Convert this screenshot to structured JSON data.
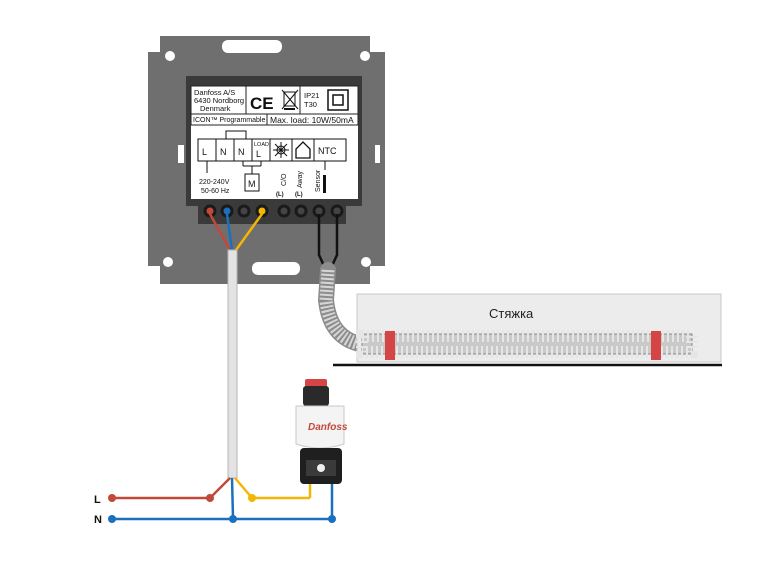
{
  "device": {
    "manufacturer_line1": "Danfoss A/S",
    "manufacturer_line2": "6430 Nordborg",
    "manufacturer_line3": "Denmark",
    "ce_mark": "CE",
    "ip_rating": "IP21",
    "temp_rating": "T30",
    "model": "ICON™ Programmable",
    "max_load": "Max. load: 10W/50mA",
    "voltage": "220-240V",
    "frequency": "50-60 Hz",
    "load_label": "LOAD",
    "motor_label": "M",
    "terminals": {
      "l": "L",
      "n1": "N",
      "n2": "N",
      "load_l": "L",
      "ntc": "NTC"
    },
    "side_labels": {
      "co": "C/O",
      "away": "Away",
      "sensor": "Sensor",
      "co_l": "(L)",
      "away_l": "(L)"
    },
    "icons": [
      "sun-snowflake-icon",
      "house-icon",
      "crossed-bin-icon",
      "double-square-icon"
    ]
  },
  "screed": {
    "label": "Стяжка"
  },
  "actuator": {
    "brand_icon": "danfoss-logo-icon"
  },
  "lines": {
    "l_label": "L",
    "n_label": "N"
  },
  "colors": {
    "line_brown": "#c0493a",
    "neutral_blue": "#1b6fbf",
    "load_yellow": "#f2b705",
    "frame_grey": "#6f6f6f",
    "heating_tube": "#bdbdbd",
    "clamp_red": "#d64545"
  }
}
